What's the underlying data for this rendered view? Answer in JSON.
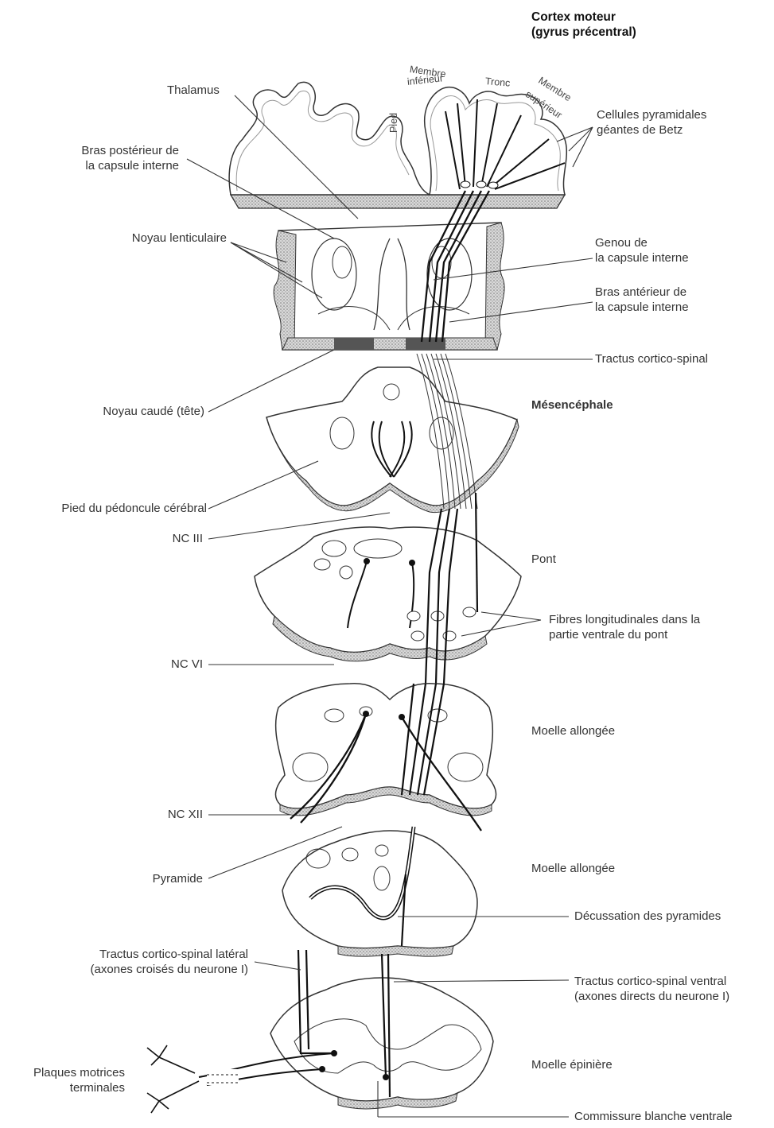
{
  "title": {
    "line1": "Cortex moteur",
    "line2": "(gyrus précentral)"
  },
  "cortex_regions": {
    "membre_inferieur_1": "Membre",
    "membre_inferieur_2": "inférieur",
    "tronc": "Tronc",
    "membre_superieur_1": "Membre",
    "membre_superieur_2": "supérieur",
    "pied": "Pied"
  },
  "labels_left": {
    "thalamus": "Thalamus",
    "bras_posterieur_1": "Bras postérieur de",
    "bras_posterieur_2": "la capsule interne",
    "noyau_lenticulaire": "Noyau lenticulaire",
    "noyau_caude": "Noyau caudé (tête)",
    "pied_pedoncule": "Pied du pédoncule cérébral",
    "nc_iii": "NC III",
    "nc_vi": "NC VI",
    "nc_xii": "NC XII",
    "pyramide": "Pyramide",
    "tractus_lateral_1": "Tractus cortico-spinal latéral",
    "tractus_lateral_2": "(axones croisés du neurone I)",
    "plaques_1": "Plaques motrices",
    "plaques_2": "terminales"
  },
  "labels_right": {
    "cellules_1": "Cellules pyramidales",
    "cellules_2": "géantes de Betz",
    "genou_1": "Genou de",
    "genou_2": "la capsule interne",
    "bras_anterieur_1": "Bras antérieur de",
    "bras_anterieur_2": "la capsule interne",
    "tractus_cs": "Tractus cortico-spinal",
    "mesencephale": "Mésencéphale",
    "pont": "Pont",
    "fibres_1": "Fibres longitudinales dans la",
    "fibres_2": "partie ventrale du pont",
    "moelle_allongee_1": "Moelle allongée",
    "moelle_allongee_2": "Moelle allongée",
    "decussation": "Décussation des pyramides",
    "tractus_ventral_1": "Tractus cortico-spinal ventral",
    "tractus_ventral_2": "(axones directs du neurone I)",
    "moelle_epiniere": "Moelle épinière",
    "commissure": "Commissure blanche ventrale"
  }
}
